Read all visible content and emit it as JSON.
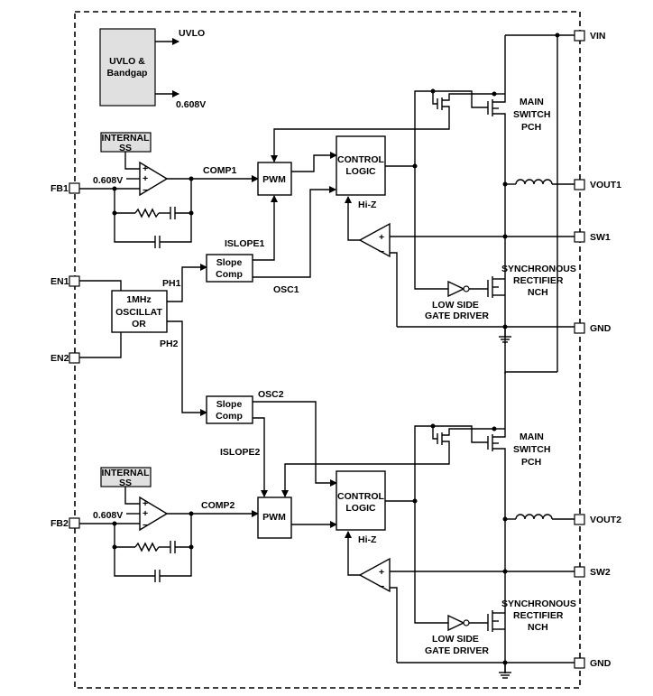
{
  "pins": {
    "vin": "VIN",
    "vout1": "VOUT1",
    "sw1": "SW1",
    "gnd1": "GND",
    "vout2": "VOUT2",
    "sw2": "SW2",
    "gnd2": "GND",
    "fb1": "FB1",
    "en1": "EN1",
    "en2": "EN2",
    "fb2": "FB2"
  },
  "uvlo": {
    "block_line1": "UVLO &",
    "block_line2": "Bandgap",
    "out_uvlo": "UVLO",
    "out_ref": "0.608V"
  },
  "oscillator": {
    "line1": "1MHz",
    "line2": "OSCILLAT",
    "line3": "OR",
    "ph1": "PH1",
    "ph2": "PH2"
  },
  "channel1": {
    "internal_ss_line1": "INTERNAL",
    "internal_ss_line2": "SS",
    "ref": "0.608V",
    "comp": "COMP1",
    "pwm": "PWM",
    "control_line1": "CONTROL",
    "control_line2": "LOGIC",
    "hiz": "Hi-Z",
    "islope": "ISLOPE1",
    "slope_line1": "Slope",
    "slope_line2": "Comp",
    "osc": "OSC1",
    "main_line1": "MAIN",
    "main_line2": "SWITCH",
    "main_line3": "PCH",
    "sync_line1": "SYNCHRONOUS",
    "sync_line2": "RECTIFIER",
    "sync_line3": "NCH",
    "lsgd_line1": "LOW SIDE",
    "lsgd_line2": "GATE DRIVER"
  },
  "channel2": {
    "internal_ss_line1": "INTERNAL",
    "internal_ss_line2": "SS",
    "ref": "0.608V",
    "comp": "COMP2",
    "pwm": "PWM",
    "control_line1": "CONTROL",
    "control_line2": "LOGIC",
    "hiz": "Hi-Z",
    "islope": "ISLOPE2",
    "slope_line1": "Slope",
    "slope_line2": "Comp",
    "osc": "OSC2",
    "main_line1": "MAIN",
    "main_line2": "SWITCH",
    "main_line3": "PCH",
    "sync_line1": "SYNCHRONOUS",
    "sync_line2": "RECTIFIER",
    "sync_line3": "NCH",
    "lsgd_line1": "LOW SIDE",
    "lsgd_line2": "GATE DRIVER"
  },
  "amp_signs": {
    "plus": "+",
    "minus": "−"
  }
}
